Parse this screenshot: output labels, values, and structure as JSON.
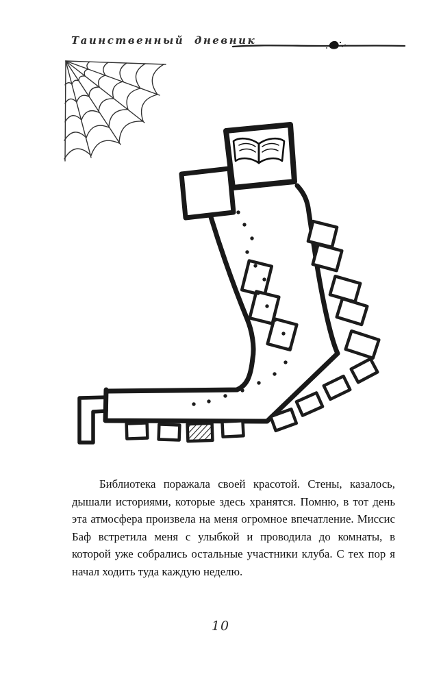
{
  "header": {
    "title": "Таинственный дневник"
  },
  "map": {
    "name": "library-floor-plan",
    "symbols": {
      "book": "open-book-icon",
      "web": "spiderweb-icon",
      "trail": "dotted-footsteps-trail",
      "marked_room": "hatched-table"
    }
  },
  "body": {
    "paragraph": "Библиотека поражала своей красотой. Стены, казалось, дышали историями, которые здесь хранятся. Помню, в тот день эта атмосфера произвела на меня огромное впечатление. Миссис Баф встретила меня с улыбкой и проводила до комнаты, в которой уже собрались остальные участники клуба. С тех пор я начал ходить туда каждую неделю."
  },
  "footer": {
    "page_number": "10"
  }
}
